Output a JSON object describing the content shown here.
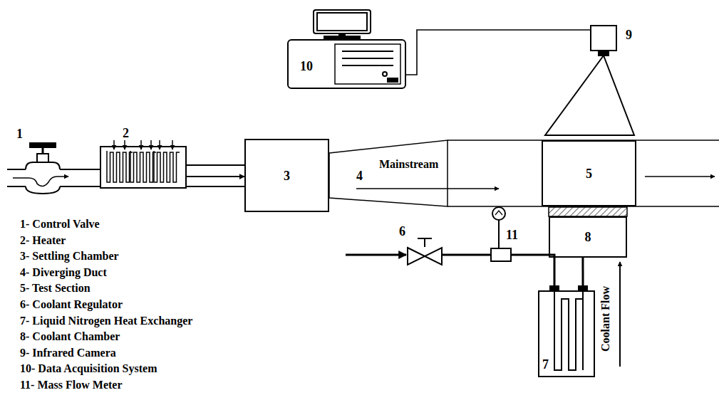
{
  "diagram": {
    "nodes": [
      {
        "text": [
          "1"
        ]
      },
      {
        "text": [
          "2"
        ]
      },
      {
        "text": [
          "3"
        ]
      },
      {
        "text": [
          "4",
          "Mainstream"
        ]
      },
      {
        "text": [
          "5"
        ]
      },
      {
        "text": [
          "10"
        ]
      },
      {
        "text": [
          "9"
        ]
      },
      {
        "text": [
          "6"
        ]
      },
      {
        "text": [
          "11"
        ]
      },
      {
        "text": [
          "7"
        ]
      },
      {
        "text": [
          "8"
        ]
      }
    ],
    "edges": [
      {
        "from": 0,
        "to": 1,
        "arrow": "none"
      },
      {
        "from": 1,
        "to": 2,
        "arrow": "to"
      },
      {
        "from": 5,
        "to": 6,
        "arrow": "none"
      },
      {
        "from": 7,
        "to": 8,
        "arrow": "none"
      },
      {
        "from": 8,
        "to": 9,
        "arrow": "none"
      },
      {
        "from": 9,
        "to": 10,
        "arrow": "none"
      }
    ],
    "labels": [
      "1- Control Valve",
      "2- Heater",
      "3- Settling Chamber",
      "4- Diverging Duct",
      "5- Test Section",
      "6- Coolant Regulator",
      "7- Liquid Nitrogen Heat Exchanger",
      "8- Coolant Chamber",
      "9- Infrared Camera",
      "10- Data Acquisition System",
      "11- Mass Flow Meter",
      "Coolant Flow"
    ]
  }
}
